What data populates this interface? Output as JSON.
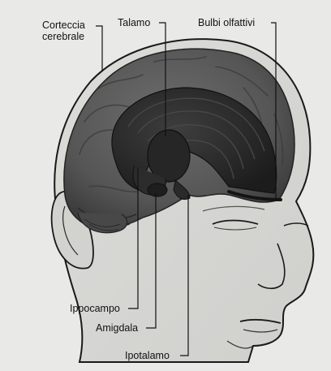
{
  "labels": {
    "cortex_line1": "Corteccia",
    "cortex_line2": "cerebrale",
    "thalamus": "Talamo",
    "olfactory_bulbs": "Bulbi olfattivi",
    "hippocampus": "Ippocampo",
    "amygdala": "Amigdala",
    "hypothalamus": "Ipotalamo"
  },
  "colors": {
    "background": "#e9e9e7",
    "skin": "#d6d6d3",
    "skin_outline": "#1a1a1a",
    "cortex": "#5a5a5a",
    "limbic": "#2e2e2e",
    "leader_lines": "#111111"
  }
}
